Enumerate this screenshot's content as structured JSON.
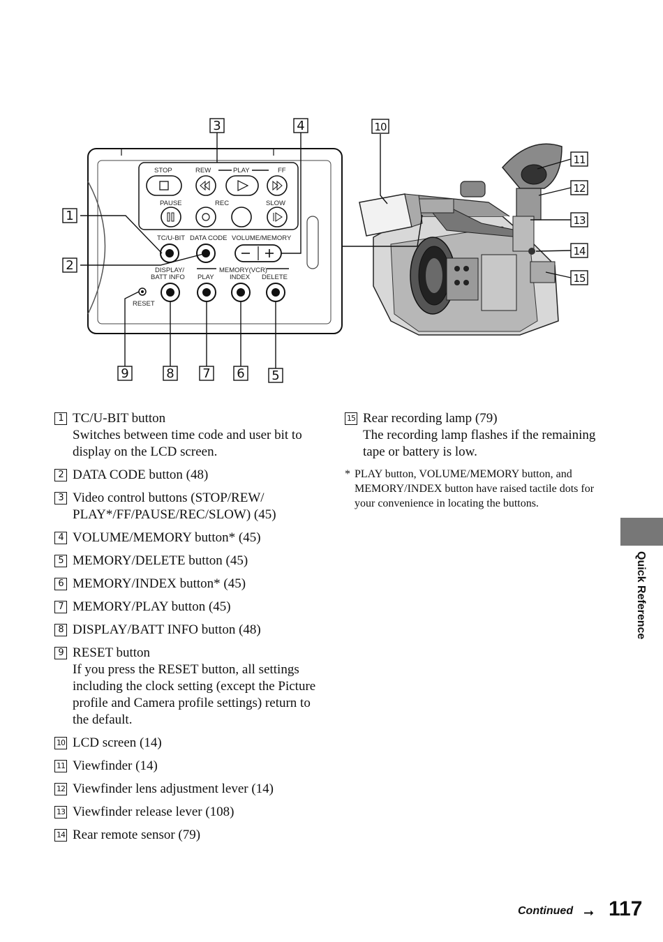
{
  "panel": {
    "stop": "STOP",
    "rew": "REW",
    "play": "PLAY",
    "ff": "FF",
    "pause": "PAUSE",
    "rec": "REC",
    "slow": "SLOW",
    "tc_ubit": "TC/U-BIT",
    "data_code": "DATA CODE",
    "volume_memory": "VOLUME/MEMORY",
    "display_batt_1": "DISPLAY/",
    "display_batt_2": "BATT INFO",
    "memory_vcr": "MEMORY(VCR)",
    "play_small": "PLAY",
    "index": "INDEX",
    "delete": "DELETE",
    "reset": "RESET"
  },
  "callouts": [
    "1",
    "2",
    "3",
    "4",
    "5",
    "6",
    "7",
    "8",
    "9",
    "10",
    "11",
    "12",
    "13",
    "14",
    "15"
  ],
  "items_left": [
    {
      "num": "1",
      "title": "TC/U-BIT button",
      "desc": "Switches between time code and user bit to display on the LCD screen."
    },
    {
      "num": "2",
      "title": "DATA CODE button (48)",
      "desc": ""
    },
    {
      "num": "3",
      "title": "Video control buttons (STOP/REW/ PLAY*/FF/PAUSE/REC/SLOW) (45)",
      "desc": ""
    },
    {
      "num": "4",
      "title": "VOLUME/MEMORY button* (45)",
      "desc": ""
    },
    {
      "num": "5",
      "title": "MEMORY/DELETE button (45)",
      "desc": ""
    },
    {
      "num": "6",
      "title": "MEMORY/INDEX button* (45)",
      "desc": ""
    },
    {
      "num": "7",
      "title": "MEMORY/PLAY button (45)",
      "desc": ""
    },
    {
      "num": "8",
      "title": "DISPLAY/BATT INFO button (48)",
      "desc": ""
    },
    {
      "num": "9",
      "title": "RESET button",
      "desc": "If you press the RESET button, all settings including the clock setting (except the Picture profile and Camera profile settings) return to the default."
    },
    {
      "num": "10",
      "title": "LCD screen (14)",
      "desc": ""
    },
    {
      "num": "11",
      "title": "Viewfinder (14)",
      "desc": ""
    },
    {
      "num": "12",
      "title": "Viewfinder lens adjustment lever (14)",
      "desc": ""
    },
    {
      "num": "13",
      "title": "Viewfinder release lever (108)",
      "desc": ""
    },
    {
      "num": "14",
      "title": "Rear remote sensor (79)",
      "desc": ""
    }
  ],
  "items_right": [
    {
      "num": "15",
      "title": "Rear recording lamp (79)",
      "desc": "The recording lamp flashes if the remaining tape or battery is low."
    }
  ],
  "note": {
    "star": "*",
    "text": "PLAY button, VOLUME/MEMORY button, and MEMORY/INDEX button have raised tactile dots for your convenience in locating the buttons."
  },
  "side_label": "Quick Reference",
  "footer": {
    "continued": "Continued",
    "arrow": "➞",
    "page": "117"
  }
}
